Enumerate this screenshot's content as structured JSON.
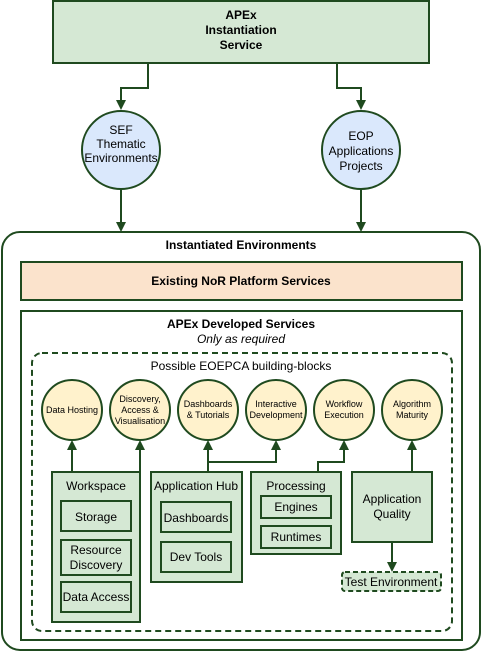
{
  "instantiation_service": {
    "line1": "APEx",
    "line2": "Instantiation",
    "line3": "Service"
  },
  "sef": {
    "line1": "SEF",
    "line2": "Thematic",
    "line3": "Environments"
  },
  "eop": {
    "line1": "EOP",
    "line2": "Applications",
    "line3": "Projects"
  },
  "instantiated_environments": "Instantiated Environments",
  "nor_services": "Existing NoR Platform Services",
  "apex_services": {
    "title": "APEx Developed Services",
    "subtitle": "Only as required"
  },
  "eoepca": {
    "title": "Possible EOEPCA building-blocks",
    "circles": [
      {
        "lines": [
          "Data Hosting"
        ]
      },
      {
        "lines": [
          "Discovery,",
          "Access &",
          "Visualisation"
        ]
      },
      {
        "lines": [
          "Dashboards",
          "& Tutorials"
        ]
      },
      {
        "lines": [
          "Interactive",
          "Development"
        ]
      },
      {
        "lines": [
          "Workflow",
          "Execution"
        ]
      },
      {
        "lines": [
          "Algorithm",
          "Maturity"
        ]
      }
    ],
    "workspace": {
      "title": "Workspace",
      "storage": "Storage",
      "resource_line1": "Resource",
      "resource_line2": "Discovery",
      "data_access": "Data Access"
    },
    "application_hub": {
      "title": "Application Hub",
      "dashboards": "Dashboards",
      "dev_tools": "Dev Tools"
    },
    "processing": {
      "title": "Processing",
      "engines": "Engines",
      "runtimes": "Runtimes"
    },
    "application_quality": {
      "line1": "Application",
      "line2": "Quality"
    },
    "test_environment": "Test Environment"
  },
  "colors": {
    "green": "#d5e8d4",
    "blue": "#dae8fc",
    "yellow": "#fff2cc",
    "orange": "#fbe3cc",
    "stroke": "#1f4a1f"
  }
}
